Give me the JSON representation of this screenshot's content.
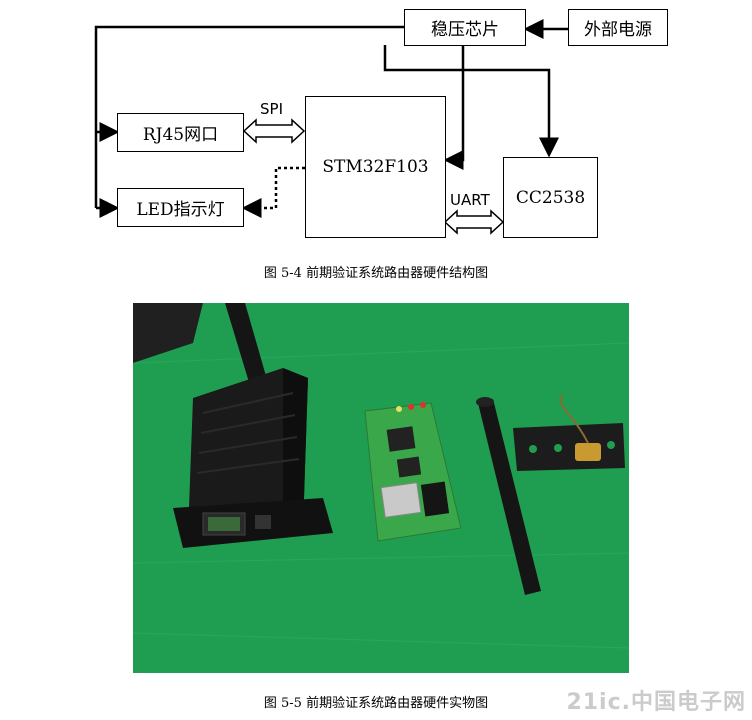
{
  "diagram": {
    "nodes": {
      "regulator": "稳压芯片",
      "power": "外部电源",
      "rj45": "RJ45网口",
      "led": "LED指示灯",
      "mcu": "STM32F103",
      "zigbee": "CC2538"
    },
    "links": {
      "spi": "SPI",
      "uart": "UART"
    }
  },
  "captions": {
    "fig1": "图 5-4  前期验证系统路由器硬件结构图",
    "fig2": "图 5-5  前期验证系统路由器硬件实物图"
  },
  "watermark": "21ic.中国电子网",
  "colors": {
    "board_green": "#1f9e52",
    "pcb_green": "#3aa84a",
    "enclosure": "#1a1a1a"
  }
}
